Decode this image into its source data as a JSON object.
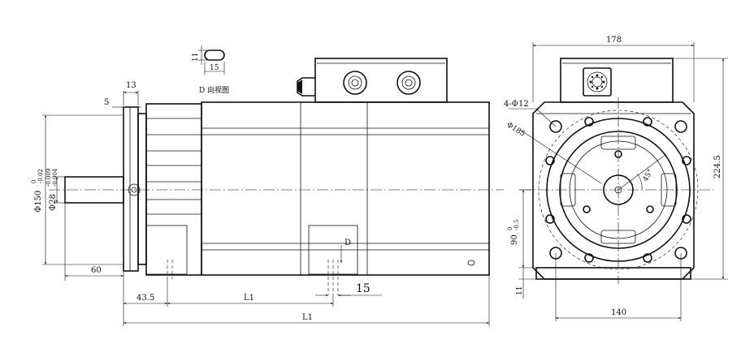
{
  "side_view": {
    "dim_13": "13",
    "dim_5": "5",
    "dim_60": "60",
    "dim_43_5": "43.5",
    "dim_L1_inner": "L1",
    "dim_L1_total": "L1",
    "dim_15": "15",
    "label_D": "D",
    "dia_150": "Φ150",
    "tol_150_upper": "0",
    "tol_150_lower": "-0.02",
    "dia_28": "Φ28",
    "tol_28_upper": "-0.009",
    "tol_28_lower": "-0.004"
  },
  "key_view": {
    "dim_11": "11",
    "dim_15": "15",
    "caption": "D 向视图"
  },
  "front_view": {
    "dim_178": "178",
    "dim_224_5": "224.5",
    "dim_140": "140",
    "dim_11": "11",
    "holes": "4-Φ12",
    "pcd": "Φ185",
    "angle": "45°",
    "height_90": "90",
    "tol_90_upper": "0",
    "tol_90_lower": "-0.5"
  }
}
